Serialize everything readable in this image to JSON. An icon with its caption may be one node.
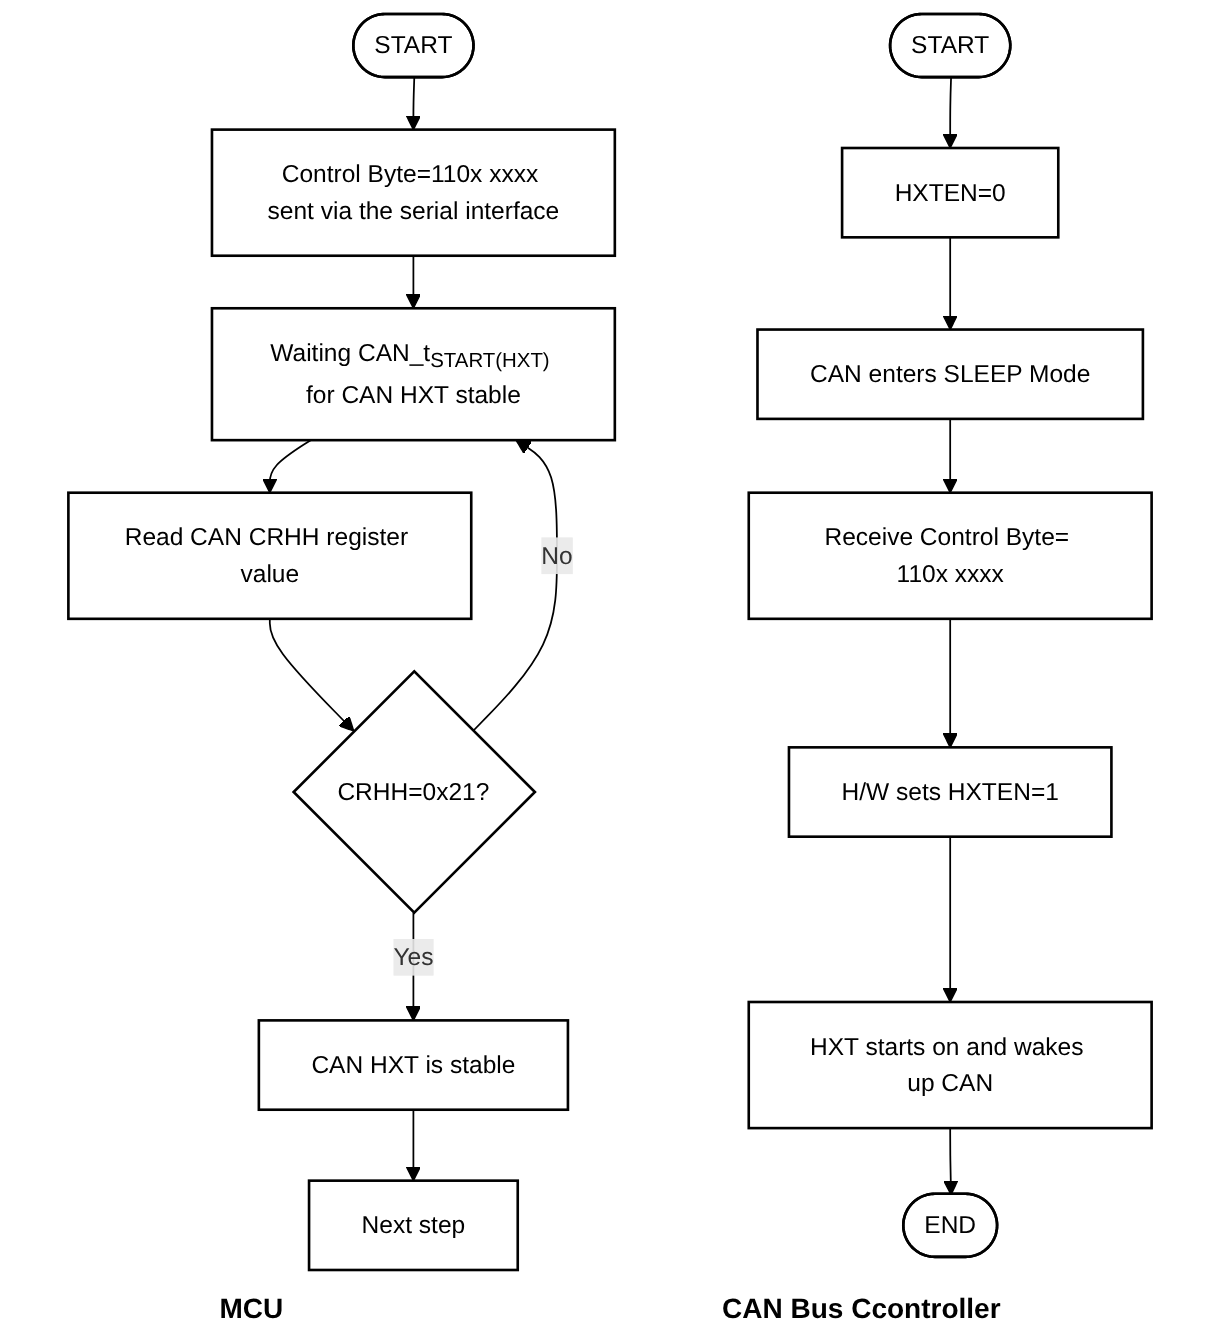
{
  "diagram": {
    "nodes": [
      {
        "text": [
          "START"
        ]
      },
      {
        "text": [
          "Control Byte=110x xxxx sent via the serial interface"
        ]
      },
      {
        "text": [
          "Waiting CAN_t$_{START(HXT)}$ for CAN HXT stable"
        ]
      },
      {
        "text": [
          "Read CAN CRHH register value"
        ]
      },
      {
        "text": [
          "CRHH=0x21?"
        ]
      },
      {
        "text": [
          "CAN HXT is stable"
        ]
      },
      {
        "text": [
          "Next step"
        ]
      },
      {
        "text": [
          "START"
        ]
      },
      {
        "text": [
          "HXTEN=0"
        ]
      },
      {
        "text": [
          "CAN enters SLEEP Mode"
        ]
      },
      {
        "text": [
          "Receive Control Byte= 110x xxxx"
        ]
      },
      {
        "text": [
          "H/W sets HXTEN=1"
        ]
      },
      {
        "text": [
          "HXT starts on and wakes up CAN"
        ]
      },
      {
        "text": [
          "END"
        ]
      }
    ],
    "edges": [
      {
        "from": 0,
        "to": 1,
        "arrow": "to"
      },
      {
        "from": 1,
        "to": 2,
        "arrow": "to"
      },
      {
        "from": 2,
        "to": 3,
        "arrow": "to"
      },
      {
        "from": 3,
        "to": 4,
        "arrow": "to"
      },
      {
        "from": 4,
        "to": 5,
        "arrow": "to",
        "label": "Yes"
      },
      {
        "from": 4,
        "to": 2,
        "arrow": "to",
        "label": "No"
      },
      {
        "from": 5,
        "to": 6,
        "arrow": "to"
      },
      {
        "from": 7,
        "to": 8,
        "arrow": "to"
      },
      {
        "from": 8,
        "to": 9,
        "arrow": "to"
      },
      {
        "from": 9,
        "to": 10,
        "arrow": "to"
      },
      {
        "from": 10,
        "to": 11,
        "arrow": "to"
      },
      {
        "from": 11,
        "to": 12,
        "arrow": "to"
      },
      {
        "from": 12,
        "to": 13,
        "arrow": "to"
      }
    ],
    "labels": [
      "MCU",
      "CAN Bus Ccontroller"
    ]
  }
}
